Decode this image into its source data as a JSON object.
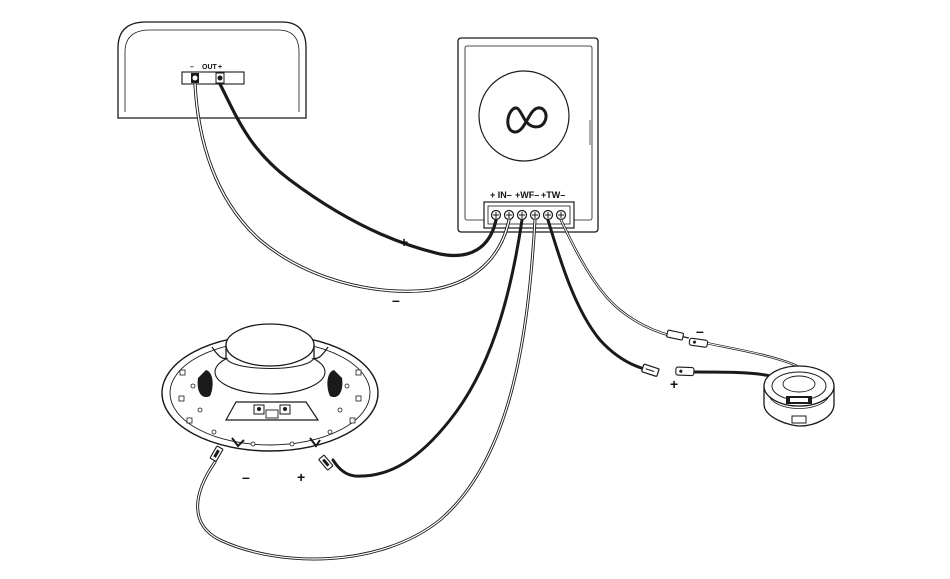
{
  "amplifier": {
    "minus_label": "–",
    "out_label": "OUT",
    "plus_label": "+"
  },
  "crossover": {
    "logo_icon": "infinity-logo-icon",
    "terminals": {
      "in_label": "+ IN–",
      "wf_label": "+WF–",
      "tw_label": "+TW–"
    }
  },
  "wires": {
    "amp_plus_label": "+",
    "amp_minus_label": "–",
    "tweeter_minus_label": "–",
    "tweeter_plus_label": "+"
  },
  "woofer": {
    "minus_label": "–",
    "plus_label": "+"
  },
  "colors": {
    "line": "#1a1a1a",
    "background": "#ffffff"
  }
}
